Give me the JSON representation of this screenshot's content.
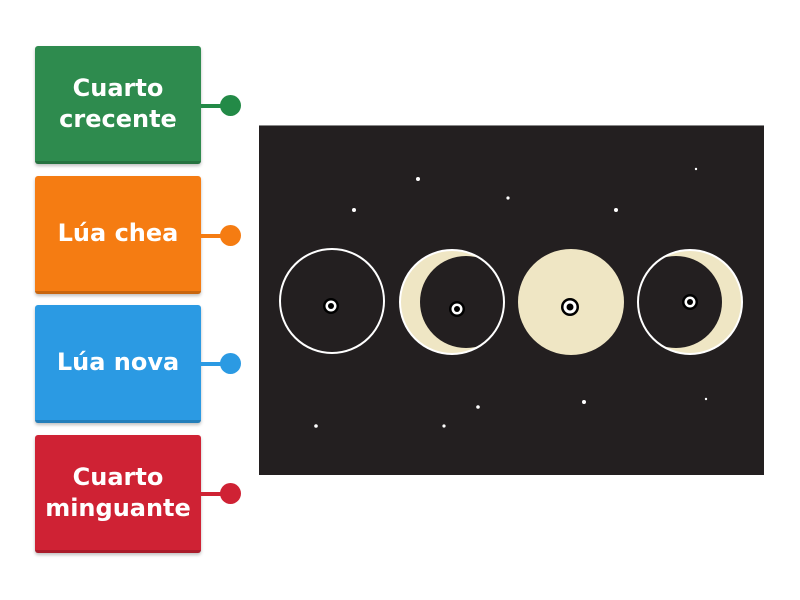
{
  "labels": [
    {
      "text": "Cuarto\ncrecente",
      "color": "#2e8b4e",
      "dot_color": "#238a47"
    },
    {
      "text": "Lúa chea",
      "color": "#f57c12",
      "dot_color": "#f57c12"
    },
    {
      "text": "Lúa nova",
      "color": "#2b9ae3",
      "dot_color": "#2b9ae3"
    },
    {
      "text": "Cuarto\nminguante",
      "color": "#cf2234",
      "dot_color": "#cf2234"
    }
  ],
  "scene": {
    "background": "#231f20",
    "moon_fill": "#efe6c4",
    "moon_outline": "#ffffff",
    "phases": [
      "new-moon",
      "waxing-crescent",
      "full-moon",
      "waning-crescent"
    ]
  }
}
